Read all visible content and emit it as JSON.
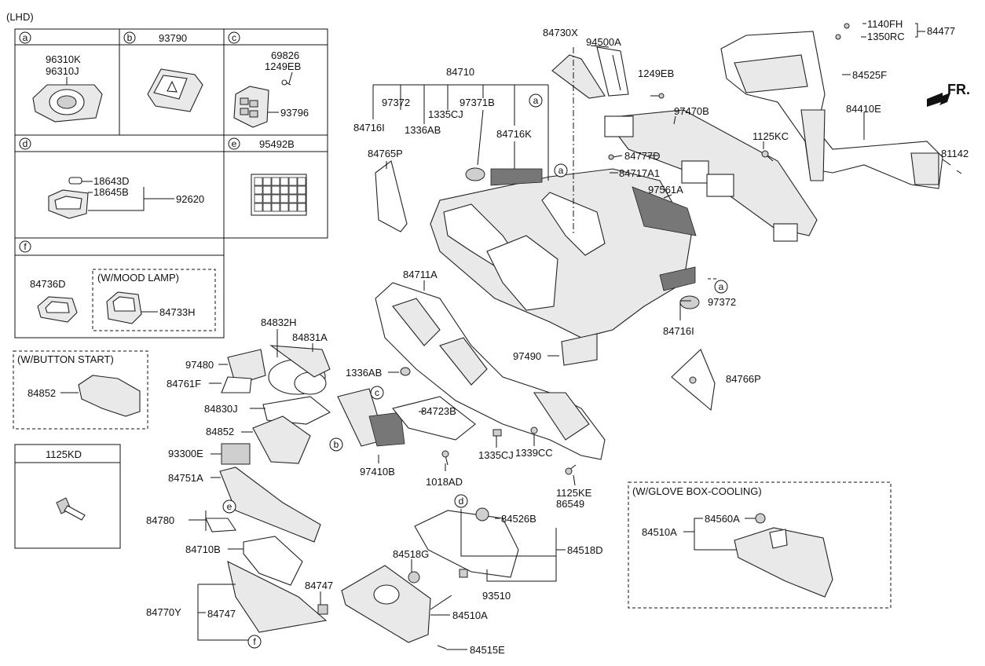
{
  "header": {
    "variant": "(LHD)",
    "front": "FR."
  },
  "legend": {
    "a": {
      "letter": "a",
      "parts": [
        "96310K",
        "96310J"
      ]
    },
    "b": {
      "letter": "b",
      "part": "93790"
    },
    "c": {
      "letter": "c",
      "parts": [
        "69826",
        "1249EB",
        "93796"
      ]
    },
    "d": {
      "letter": "d",
      "parts": [
        "18643D",
        "18645B",
        "92620"
      ]
    },
    "e": {
      "letter": "e",
      "part": "95492B"
    },
    "f": {
      "letter": "f",
      "parts": [
        "84736D",
        "84733H"
      ],
      "note": "(W/MOOD LAMP)"
    },
    "button_start": {
      "title": "(W/BUTTON START)",
      "part": "84852"
    },
    "bolt": {
      "part": "1125KD"
    },
    "glove_cooling": {
      "title": "(W/GLOVE BOX-COOLING)",
      "parts": [
        "84510A",
        "84560A"
      ]
    }
  },
  "callouts": {
    "c84730X": "84730X",
    "c94500A": "94500A",
    "c1249EB": "1249EB",
    "c1140FH": "1140FH",
    "c1350RC": "1350RC",
    "c84477": "84477",
    "c84525F": "84525F",
    "c84410E": "84410E",
    "c97470B": "97470B",
    "c1125KC": "1125KC",
    "c81142": "81142",
    "c84777D": "84777D",
    "c84717A1": "84717A1",
    "c97561A": "97561A",
    "c84710": "84710",
    "c97372a": "97372",
    "c1335CJa": "1335CJ",
    "c97371B": "97371B",
    "c84716Ia": "84716I",
    "c1336ABa": "1336AB",
    "c84716K": "84716K",
    "c84765P": "84765P",
    "c97372b": "97372",
    "c84716Ib": "84716I",
    "c84711A": "84711A",
    "c97490": "97490",
    "c84766P": "84766P",
    "c84832H": "84832H",
    "c84831A": "84831A",
    "c97480": "97480",
    "c84761F": "84761F",
    "c1336ABb": "1336AB",
    "c84830J": "84830J",
    "c84852": "84852",
    "c84723B": "84723B",
    "c93300E": "93300E",
    "c97410B": "97410B",
    "c1018AD": "1018AD",
    "c1335CJb": "1335CJ",
    "c1339CC": "1339CC",
    "c1125KE": "1125KE",
    "c86549": "86549",
    "c84751A": "84751A",
    "c84780": "84780",
    "c84710B": "84710B",
    "c84770Y": "84770Y",
    "c84747a": "84747",
    "c84747b": "84747",
    "c84526B": "84526B",
    "c84518D": "84518D",
    "c84518G": "84518G",
    "c93510": "93510",
    "c84510A": "84510A",
    "c84515E": "84515E"
  },
  "refs": {
    "a": "a",
    "b": "b",
    "c": "c",
    "d": "d",
    "e": "e",
    "f": "f"
  }
}
